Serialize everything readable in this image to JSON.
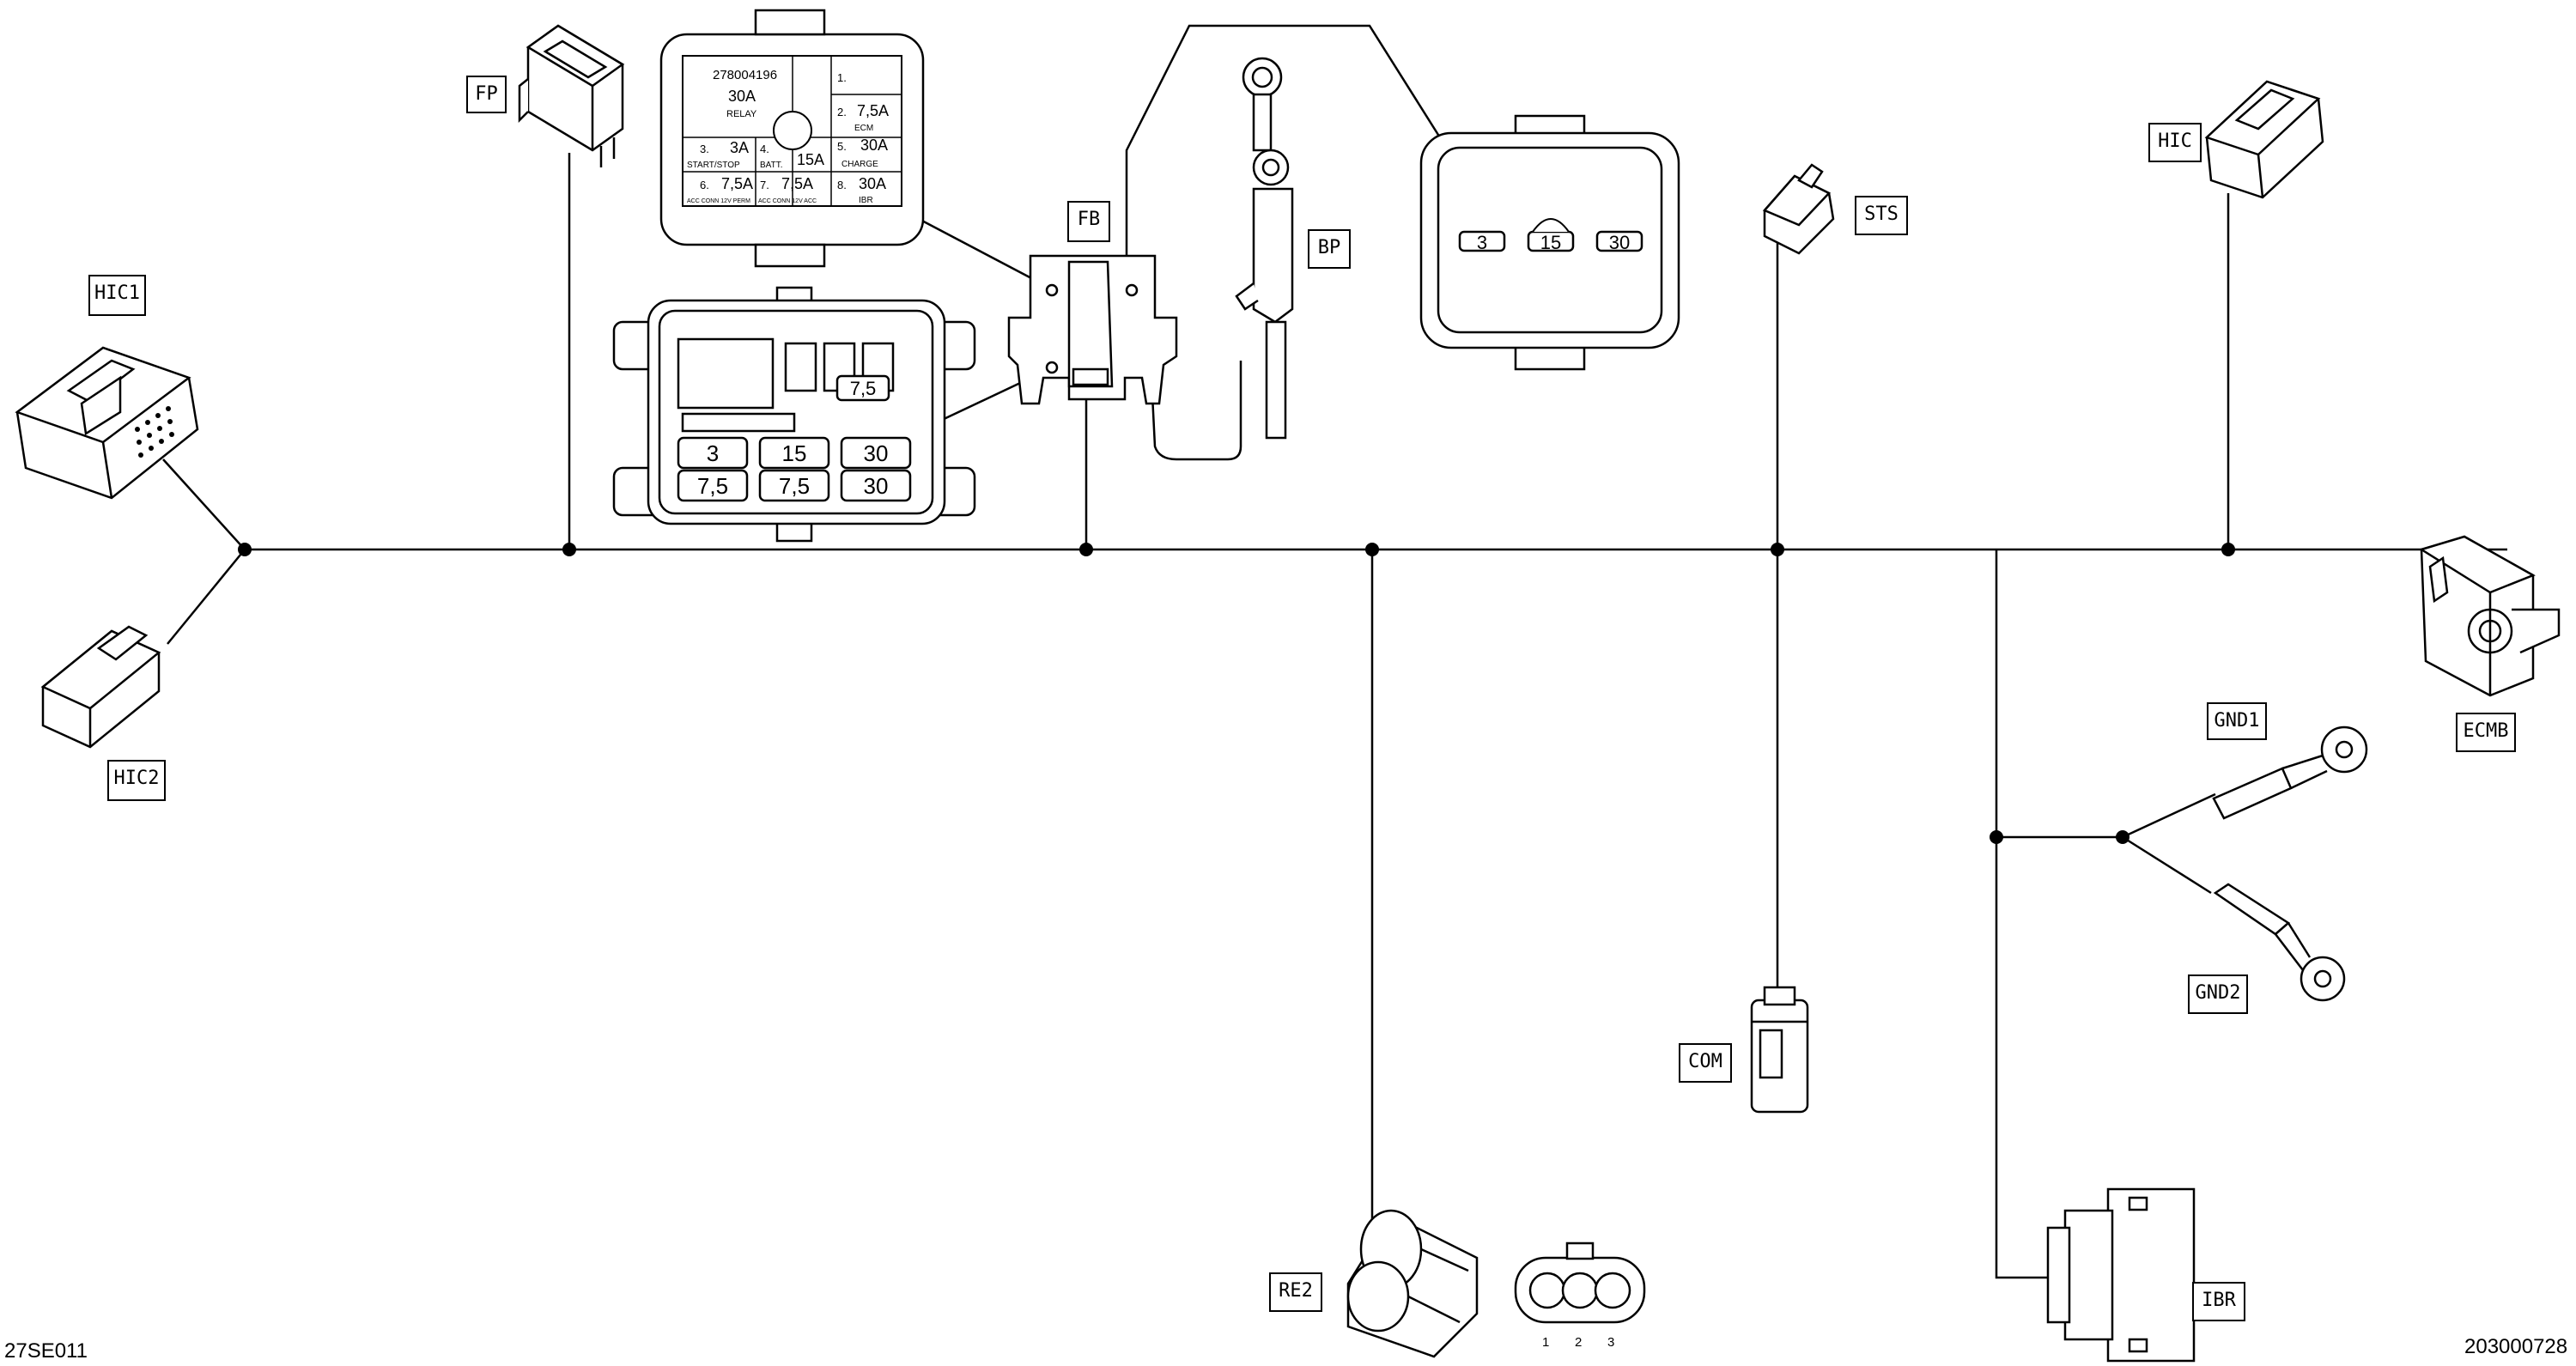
{
  "labels": {
    "fp": "FP",
    "fb": "FB",
    "bp": "BP",
    "sts": "STS",
    "hic": "HIC",
    "hic1": "HIC1",
    "hic2": "HIC2",
    "ecmb": "ECMB",
    "gnd1": "GND1",
    "gnd2": "GND2",
    "com": "COM",
    "re2": "RE2",
    "ibr": "IBR"
  },
  "corner_left": "27SE011",
  "corner_right": "203000728",
  "fuse_box_cover": {
    "part_number": "278004196",
    "relay_rating": "30A",
    "relay_label": "RELAY",
    "slots": [
      {
        "num": "1.",
        "rating": "",
        "name": ""
      },
      {
        "num": "2.",
        "rating": "7,5A",
        "name": "ECM"
      },
      {
        "num": "3.",
        "rating": "3A",
        "name": "START/STOP"
      },
      {
        "num": "4.",
        "rating": "15A",
        "name": "BATT."
      },
      {
        "num": "5.",
        "rating": "30A",
        "name": "CHARGE"
      },
      {
        "num": "6.",
        "rating": "7,5A",
        "name": "ACC CONN 12V PERM"
      },
      {
        "num": "7.",
        "rating": "7,5A",
        "name": "ACC CONN 12V ACC"
      },
      {
        "num": "8.",
        "rating": "30A",
        "name": "IBR"
      }
    ]
  },
  "fuse_box_open": {
    "fuses": [
      "3",
      "15",
      "30",
      "7,5",
      "7,5",
      "30",
      "7,5"
    ]
  },
  "fuse_holder": {
    "fuses": [
      "3",
      "15",
      "30"
    ]
  },
  "re2_pins": [
    "1",
    "2",
    "3"
  ]
}
